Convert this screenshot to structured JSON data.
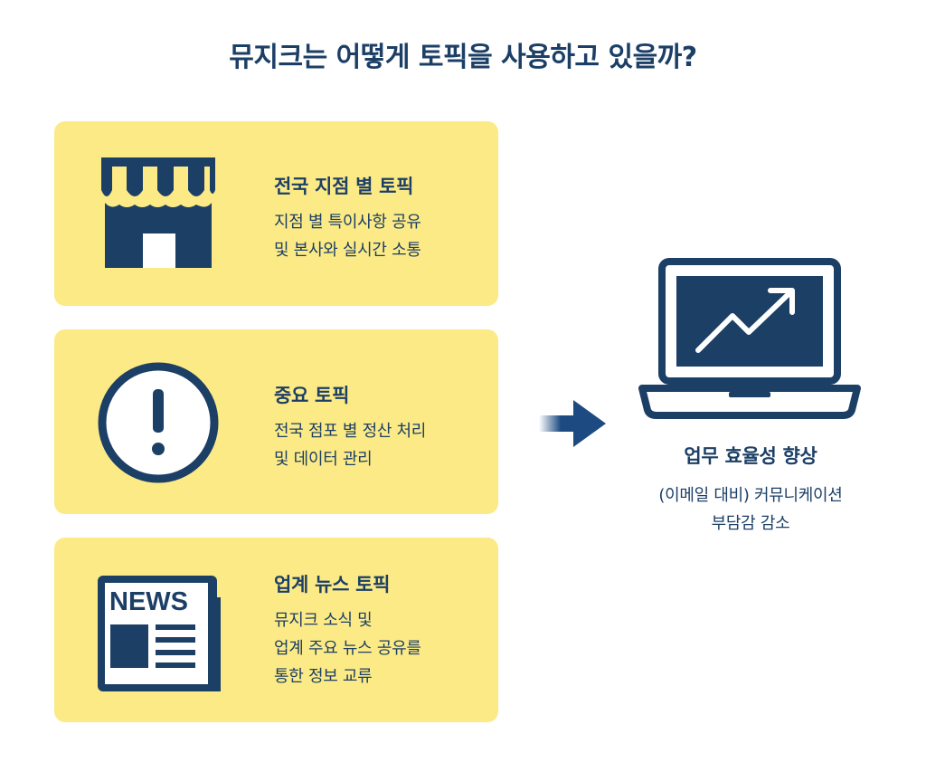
{
  "title": "뮤지크는 어떻게 토픽을 사용하고 있을까?",
  "colors": {
    "navy": "#1c3f66",
    "card_yellow": "#fcea86",
    "arrow_blue": "#1d4a80"
  },
  "cards": [
    {
      "icon": "store-icon",
      "heading": "전국 지점 별 토픽",
      "lines": [
        "지점 별 특이사항 공유",
        "및 본사와 실시간 소통"
      ]
    },
    {
      "icon": "exclamation-icon",
      "heading": "중요 토픽",
      "lines": [
        "전국 점포 별 정산 처리",
        "및 데이터 관리"
      ]
    },
    {
      "icon": "newspaper-icon",
      "icon_text": "NEWS",
      "heading": "업계 뉴스 토픽",
      "lines": [
        "뮤지크 소식 및",
        "업계 주요 뉴스 공유를",
        "통한 정보 교류"
      ]
    }
  ],
  "arrow_icon": "right-arrow-icon",
  "result": {
    "icon": "laptop-growth-icon",
    "heading": "업무 효율성 향상",
    "lines": [
      "(이메일 대비) 커뮤니케이션",
      "부담감 감소"
    ]
  }
}
